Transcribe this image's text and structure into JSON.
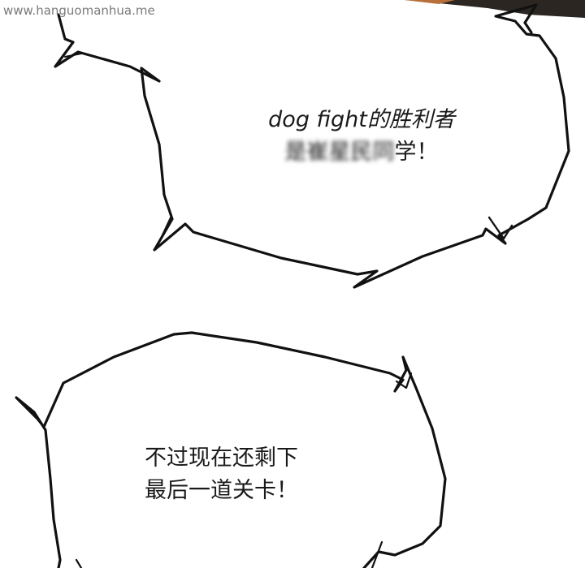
{
  "watermark": "www.hanguomanhua.me",
  "bubble_top": {
    "line1": "dog fight的胜利者",
    "line2_redacted": "是崔星民同",
    "line2_rest": "学！"
  },
  "bubble_bottom": {
    "line1": "不过现在还剩下",
    "line2": "最后一道关卡！"
  },
  "colors": {
    "ink": "#111111",
    "text": "#1a1a1a",
    "watermark": "#7a7a7a",
    "background": "#ffffff",
    "corner_dark": "#2b2622",
    "corner_orange": "#b8703a"
  }
}
